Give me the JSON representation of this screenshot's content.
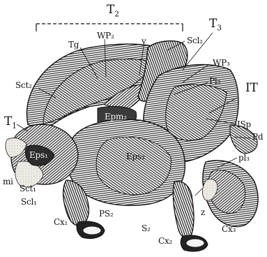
{
  "diagram": {
    "labels": {
      "t2": "T",
      "t2_sub": "2",
      "t3": "T",
      "t3_sub": "3",
      "t1": "T",
      "t1_sub": "1",
      "it": "IT",
      "wp2": "WP₂",
      "tg": "Tg",
      "v": "v",
      "scl2": "Scl₂",
      "sct2": "Sct₂",
      "wp3": "WP₃",
      "pl3": "Pl₃",
      "epm2": "Epm₂",
      "isp": "ISp",
      "pd": "Pd",
      "eps1": "Eps₁",
      "eps2": "Eps₂",
      "pl3_lower": "pl₃",
      "mi": "mi",
      "sct1": "Sct₁",
      "scl1": "Scl₁",
      "ps2": "PS₂",
      "z": "z",
      "cx1": "Cx₁",
      "s2": "S₂",
      "cx2": "Cx₂",
      "cx3": "Cx₃"
    }
  }
}
